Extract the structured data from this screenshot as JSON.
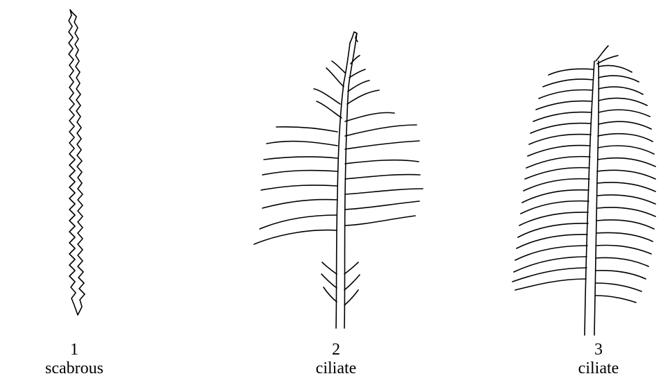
{
  "figures": [
    {
      "number": "1",
      "term": "scabrous"
    },
    {
      "number": "2",
      "term": "ciliate"
    },
    {
      "number": "3",
      "term": "ciliate"
    }
  ],
  "colors": {
    "ink": "#000000",
    "background": "#ffffff"
  }
}
